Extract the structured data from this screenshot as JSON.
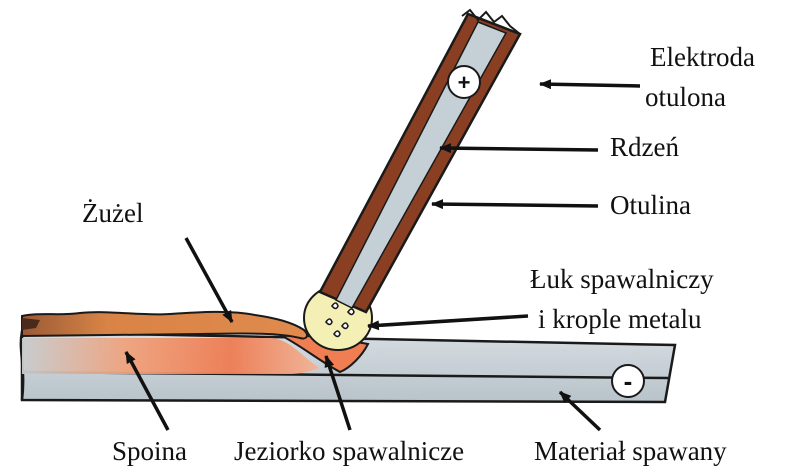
{
  "labels": {
    "electrode_line1": "Elektroda",
    "electrode_line2": "otulona",
    "core": "Rdzeń",
    "coating": "Otulina",
    "arc_line1": "Łuk spawalniczy",
    "arc_line2": "i krople metalu",
    "slag": "Żużel",
    "weld": "Spoina",
    "pool": "Jeziorko spawalnicze",
    "base_material": "Materiał spawany"
  },
  "symbols": {
    "positive": "+",
    "negative": "-"
  },
  "colors": {
    "outline": "#1a1a1a",
    "coating": "#8a3f22",
    "core": "#c4cfd6",
    "plate": "#c6d0d6",
    "slag": "#d27a3a",
    "weld_hot": "#f09066",
    "arc": "#f4efb4",
    "arrow": "#111111"
  }
}
